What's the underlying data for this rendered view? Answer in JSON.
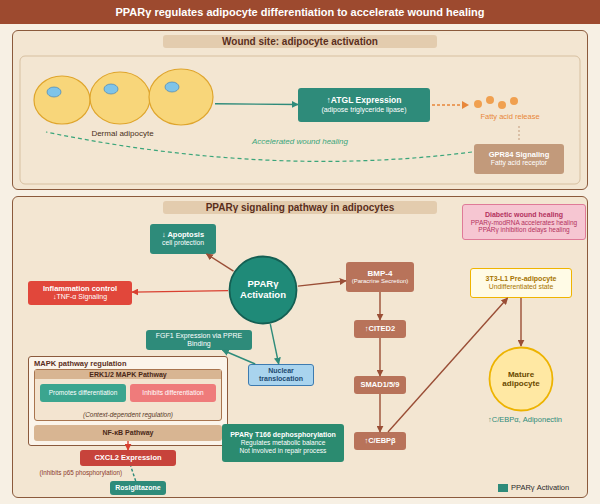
{
  "diagram": {
    "title": "PPARγ regulates adipocyte differentiation to accelerate wound healing",
    "nodes": [
      {
        "text": [
          "Wound site: adipocyte activation"
        ]
      },
      {
        "text": [
          "Dermal adipocyte"
        ],
        "in": 0
      },
      {
        "text": [
          "↑ATGL Expression",
          "(adipose triglyceride lipase)"
        ],
        "in": 0
      },
      {
        "text": [
          "GPR84 Signaling",
          "Fatty acid receptor"
        ],
        "in": 0
      },
      {
        "text": [
          "PPARγ signaling pathway in adipocytes"
        ]
      },
      {
        "text": [
          "Diabetic wound healing",
          "PPARγ-modRNA accelerates healing",
          "PPARγ inhibition delays healing"
        ],
        "in": 4
      },
      {
        "text": [
          "↓ Apoptosis",
          "cell protection"
        ],
        "in": 4
      },
      {
        "text": [
          "PPARγ Activation"
        ],
        "in": 4
      },
      {
        "text": [
          "BMP-4",
          "(Paracrine Secretion)"
        ],
        "in": 4
      },
      {
        "text": [
          "Inflammation control",
          "↓TNF-α Signaling"
        ],
        "in": 4
      },
      {
        "text": [
          "3T3-L1 Pre-adipocyte",
          "Undifferentiated state"
        ],
        "in": 4
      },
      {
        "text": [
          "↑CITED2"
        ],
        "in": 4
      },
      {
        "text": [
          "FGF1 Expression via PPRE Binding"
        ],
        "in": 4
      },
      {
        "text": [
          "Nuclear translocation"
        ],
        "in": 4
      },
      {
        "text": [
          "MAPK pathway regulation"
        ],
        "in": 4
      },
      {
        "text": [
          "ERK1/2 MAPK Pathway",
          "(Context-dependent regulation)"
        ],
        "in": 14
      },
      {
        "text": [
          "Promotes differentiation"
        ],
        "in": 15
      },
      {
        "text": [
          "Inhibits differentiation"
        ],
        "in": 15
      },
      {
        "text": [
          "SMAD1/5/9"
        ],
        "in": 4
      },
      {
        "text": [
          "Mature adipocyte"
        ],
        "in": 4
      },
      {
        "text": [
          "NF-κB Pathway"
        ],
        "in": 14
      },
      {
        "text": [
          "CXCL2 Expression"
        ],
        "in": 4
      },
      {
        "text": [
          "PPARγ T166 dephosphorylation",
          "Regulates metabolic balance",
          "Not involved in repair process"
        ],
        "in": 4
      },
      {
        "text": [
          "↑C/EBPβ"
        ],
        "in": 4
      },
      {
        "text": [
          "Rosiglitazone"
        ],
        "in": 4
      }
    ],
    "edges": [
      {
        "from": 1,
        "to": 2,
        "arrow": "to"
      },
      {
        "from": 7,
        "to": 6,
        "arrow": "to"
      },
      {
        "from": 7,
        "to": 9,
        "arrow": "to"
      },
      {
        "from": 7,
        "to": 8,
        "arrow": "to"
      },
      {
        "from": 7,
        "to": 13,
        "arrow": "to"
      },
      {
        "from": 13,
        "to": 12,
        "arrow": "to"
      },
      {
        "from": 8,
        "to": 11,
        "arrow": "to"
      },
      {
        "from": 11,
        "to": 18,
        "arrow": "to"
      },
      {
        "from": 18,
        "to": 23,
        "arrow": "to"
      },
      {
        "from": 23,
        "to": 10,
        "arrow": "to"
      },
      {
        "from": 10,
        "to": 19,
        "arrow": "to"
      },
      {
        "from": 20,
        "to": 21,
        "arrow": "to"
      },
      {
        "from": 24,
        "to": 21,
        "arrow": "none"
      }
    ],
    "labels": [
      "Fatty acid release",
      "Accelerated wound healing",
      "(Inhibits p65 phosphorylation)",
      "↑C/EBPα, Adiponectin"
    ],
    "legend": [
      {
        "text": "PPARγ Activation",
        "color": "#2e8b7a"
      }
    ]
  }
}
